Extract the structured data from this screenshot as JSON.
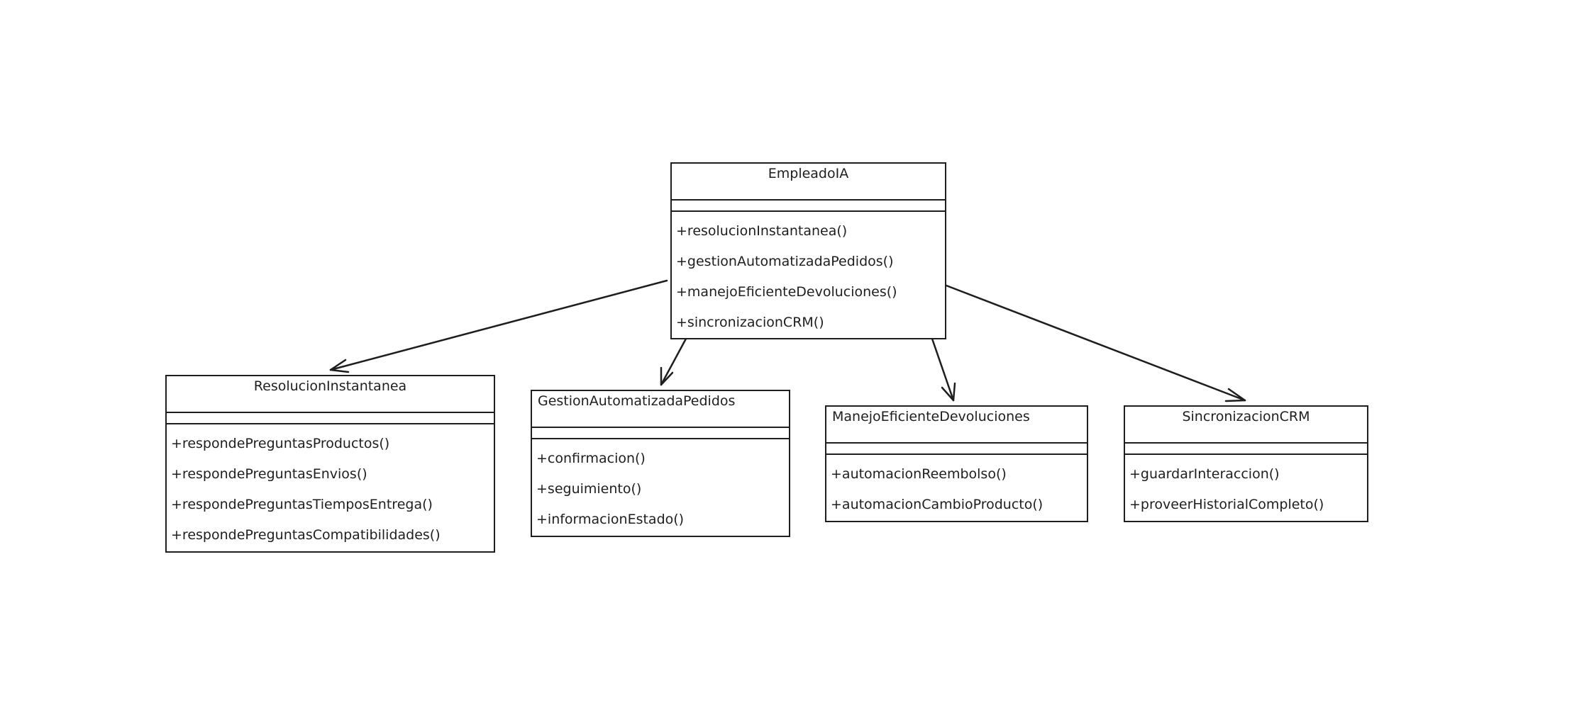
{
  "diagram": {
    "classes": [
      {
        "id": "empleado-ia",
        "name": "EmpleadoIA",
        "methods": [
          "+resolucionInstantanea()",
          "+gestionAutomatizadaPedidos()",
          "+manejoEficienteDevoluciones()",
          "+sincronizacionCRM()"
        ]
      },
      {
        "id": "resolucion-instantanea",
        "name": "ResolucionInstantanea",
        "methods": [
          "+respondePreguntasProductos()",
          "+respondePreguntasEnvios()",
          "+respondePreguntasTiemposEntrega()",
          "+respondePreguntasCompatibilidades()"
        ]
      },
      {
        "id": "gestion-automatizada-pedidos",
        "name": "GestionAutomatizadaPedidos",
        "methods": [
          "+confirmacion()",
          "+seguimiento()",
          "+informacionEstado()"
        ]
      },
      {
        "id": "manejo-eficiente-devoluciones",
        "name": "ManejoEficienteDevoluciones",
        "methods": [
          "+automacionReembolso()",
          "+automacionCambioProducto()"
        ]
      },
      {
        "id": "sincronizacion-crm",
        "name": "SincronizacionCRM",
        "methods": [
          "+guardarInteraccion()",
          "+proveerHistorialCompleto()"
        ]
      }
    ],
    "relations": [
      {
        "from": "EmpleadoIA",
        "to": "ResolucionInstantanea"
      },
      {
        "from": "EmpleadoIA",
        "to": "GestionAutomatizadaPedidos"
      },
      {
        "from": "EmpleadoIA",
        "to": "ManejoEficienteDevoluciones"
      },
      {
        "from": "EmpleadoIA",
        "to": "SincronizacionCRM"
      }
    ],
    "colors": {
      "stroke": "#1e1e1e",
      "background": "#ffffff"
    }
  }
}
